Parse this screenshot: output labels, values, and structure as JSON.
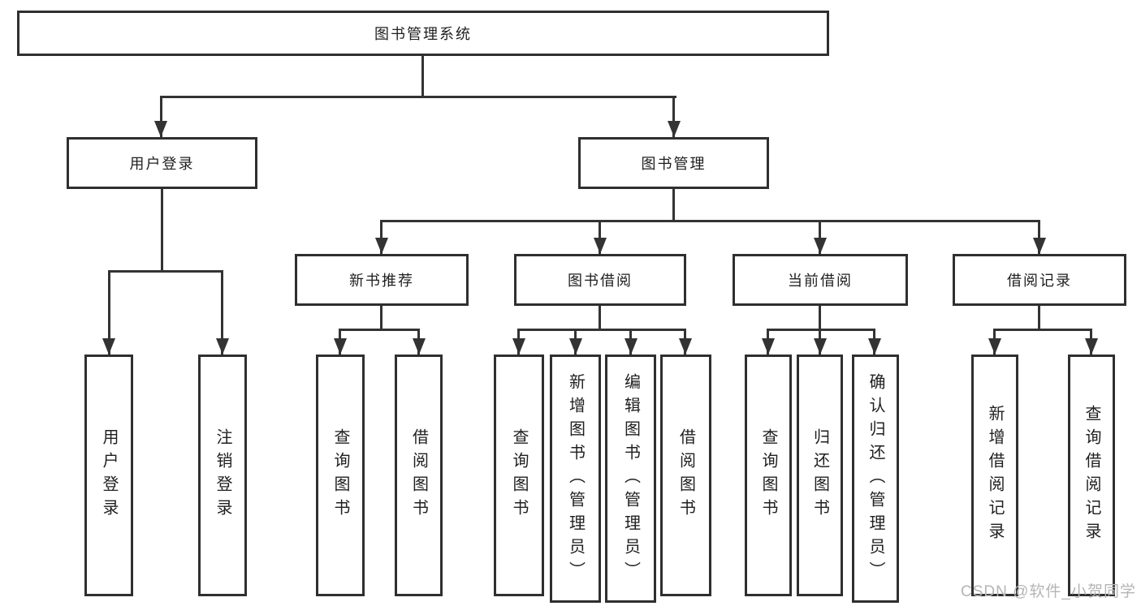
{
  "tree": {
    "label": "图书管理系统",
    "children": [
      {
        "label": "用户登录",
        "children": [
          {
            "label": "用户登录"
          },
          {
            "label": "注销登录"
          }
        ]
      },
      {
        "label": "图书管理",
        "children": [
          {
            "label": "新书推荐",
            "children": [
              {
                "label": "查询图书"
              },
              {
                "label": "借阅图书"
              }
            ]
          },
          {
            "label": "图书借阅",
            "children": [
              {
                "label": "查询图书"
              },
              {
                "label": "新增图书（管理员）"
              },
              {
                "label": "编辑图书（管理员）"
              },
              {
                "label": "借阅图书"
              }
            ]
          },
          {
            "label": "当前借阅",
            "children": [
              {
                "label": "查询图书"
              },
              {
                "label": "归还图书"
              },
              {
                "label": "确认归还（管理员）"
              }
            ]
          },
          {
            "label": "借阅记录",
            "children": [
              {
                "label": "新增借阅记录"
              },
              {
                "label": "查询借阅记录"
              }
            ]
          }
        ]
      }
    ]
  },
  "watermark": {
    "text": "CSDN @软件_小贺同学"
  },
  "colors": {
    "line": "#333333",
    "box_border": "#2f2f2f",
    "background": "#ffffff",
    "watermark_text": "#b5b5b5"
  }
}
